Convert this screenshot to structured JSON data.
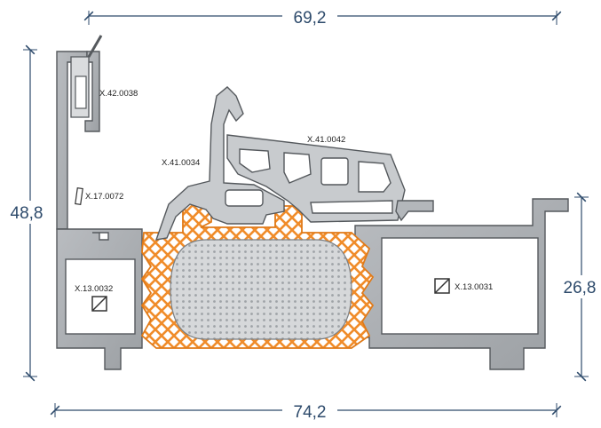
{
  "dimensions": {
    "top_width": "69,2",
    "bottom_width": "74,2",
    "left_height": "48,8",
    "right_height": "26,8"
  },
  "parts": {
    "gasket_top_left": "X.42.0038",
    "sash_gasket": "X.41.0034",
    "glazing_bead": "X.41.0042",
    "reinforcement_small": "X.17.0072",
    "reinforcement_left": "X.13.0032",
    "reinforcement_right": "X.13.0031"
  },
  "colors": {
    "dimension_line": "#2d4a6b",
    "aluminium": "#a9adb1",
    "aluminium_edge": "#55595d",
    "thermal_break": "#f08c2a",
    "insulation_core": "#d6d8da",
    "gasket": "#c8cbce"
  }
}
